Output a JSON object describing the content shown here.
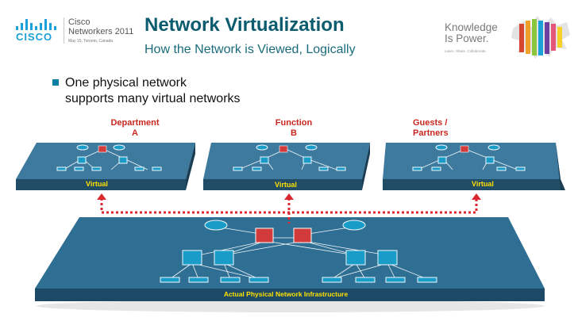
{
  "header": {
    "brand": "CISCO",
    "event_line1": "Cisco",
    "event_line2": "Networkers 2011",
    "event_date": "May 15, Toronto, Canada",
    "title": "Network Virtualization",
    "subtitle": "How the Network is Viewed, Logically",
    "tagline_line1": "Knowledge",
    "tagline_line2": "Is Power.",
    "tagline_small": "Learn. Share. Collaborate."
  },
  "bullet": {
    "line1": "One physical network",
    "line2": "supports many virtual networks"
  },
  "virtual_networks": [
    {
      "label_line1": "Department",
      "label_line2": "A",
      "tag": "Virtual"
    },
    {
      "label_line1": "Function",
      "label_line2": "B",
      "tag": "Virtual"
    },
    {
      "label_line1": "Guests /",
      "label_line2": "Partners",
      "tag": "Virtual"
    }
  ],
  "physical_network": {
    "label": "Actual Physical Network Infrastructure"
  },
  "colors": {
    "title": "#0b5c6e",
    "label_red": "#c8281f",
    "label_yellow": "#ffe000",
    "plane_top": "#2f6f93",
    "device_blue": "#1a9cc8",
    "device_red": "#d33a3a"
  }
}
